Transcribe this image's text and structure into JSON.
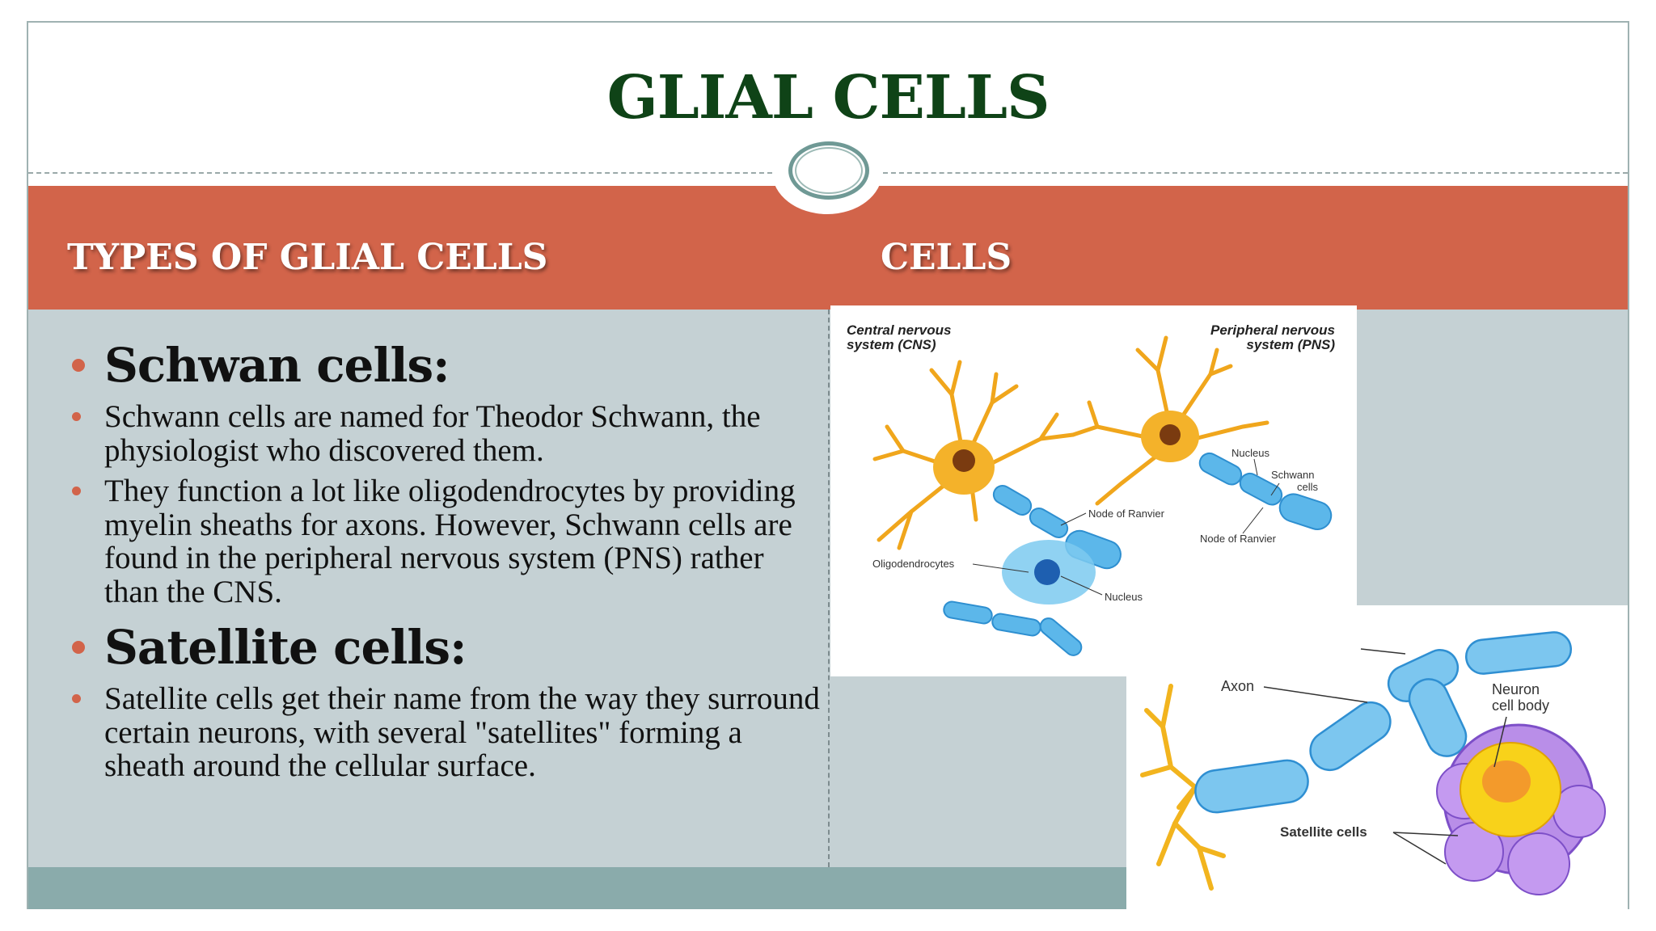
{
  "slide": {
    "title": "GLIAL CELLS",
    "header_left": "TYPES OF GLIAL CELLS",
    "header_right": "CELLS"
  },
  "bullets": [
    {
      "level": "heading",
      "text": "Schwan cells:"
    },
    {
      "level": "body",
      "text": "Schwann cells are named for Theodor Schwann, the physiologist who discovered them."
    },
    {
      "level": "body",
      "text": "They function a lot like oligodendrocytes by providing myelin sheaths for axons. However, Schwann cells are found in the peripheral nervous system (PNS) rather than the CNS."
    },
    {
      "level": "heading",
      "text": "Satellite cells:"
    },
    {
      "level": "body",
      "text": "Satellite cells get their name from the way they surround certain neurons, with several \"satellites\" forming a sheath around the cellular surface."
    }
  ],
  "figure_cns_pns": {
    "cns_label_line1": "Central nervous",
    "cns_label_line2": "system (CNS)",
    "pns_label_line1": "Peripheral nervous",
    "pns_label_line2": "system (PNS)",
    "label_nucleus": "Nucleus",
    "label_schwann_line1": "Schwann",
    "label_schwann_line2": "cells",
    "label_node_ranvier": "Node of Ranvier",
    "label_oligodendrocytes": "Oligodendrocytes"
  },
  "figure_satellite": {
    "label_axon": "Axon",
    "label_neuron_line1": "Neuron",
    "label_neuron_line2": "cell body",
    "label_satellite": "Satellite cells"
  },
  "colors": {
    "title": "#0f4317",
    "accent": "#d2644a",
    "content_bg": "#c5d1d4",
    "footer": "#8aabab"
  }
}
